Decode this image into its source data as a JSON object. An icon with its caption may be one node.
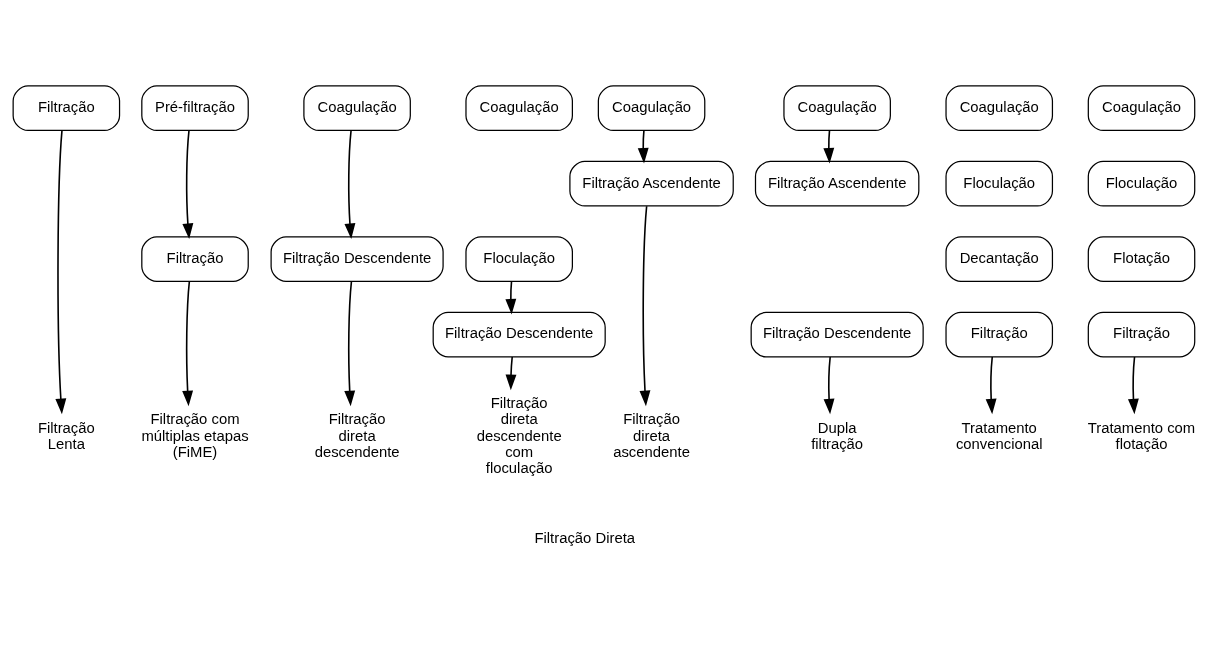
{
  "diagram": {
    "nodes": [
      {
        "text": [
          "Filtração"
        ]
      },
      {
        "text": [
          "Filtração Lenta"
        ]
      },
      {
        "text": [
          "Pré-filtração"
        ]
      },
      {
        "text": [
          "Filtração"
        ]
      },
      {
        "text": [
          "Filtração com múltiplas etapas (FiME)"
        ]
      },
      {
        "text": [
          "Coagulação"
        ]
      },
      {
        "text": [
          "Filtração Descendente"
        ]
      },
      {
        "text": [
          "Filtração direta descendente"
        ]
      },
      {
        "text": [
          "Coagulação"
        ]
      },
      {
        "text": [
          "Floculação"
        ]
      },
      {
        "text": [
          "Filtração Descendente"
        ]
      },
      {
        "text": [
          "Filtração direta descendente com floculação"
        ]
      },
      {
        "text": [
          "Coagulação"
        ]
      },
      {
        "text": [
          "Filtração Ascendente"
        ]
      },
      {
        "text": [
          "Filtração direta ascendente"
        ]
      },
      {
        "text": [
          "Coagulação"
        ]
      },
      {
        "text": [
          "Filtração Ascendente"
        ]
      },
      {
        "text": [
          "Filtração Descendente"
        ]
      },
      {
        "text": [
          "Dupla filtração"
        ]
      },
      {
        "text": [
          "Coagulação"
        ]
      },
      {
        "text": [
          "Floculação"
        ]
      },
      {
        "text": [
          "Decantação"
        ]
      },
      {
        "text": [
          "Filtração"
        ]
      },
      {
        "text": [
          "Tratamento convencional"
        ]
      },
      {
        "text": [
          "Coagulação"
        ]
      },
      {
        "text": [
          "Floculação"
        ]
      },
      {
        "text": [
          "Flotação"
        ]
      },
      {
        "text": [
          "Filtração"
        ]
      },
      {
        "text": [
          "Tratamento com flotação"
        ]
      }
    ],
    "edges": [
      {
        "from": 0,
        "to": 1,
        "arrow": "to"
      },
      {
        "from": 2,
        "to": 3,
        "arrow": "to"
      },
      {
        "from": 3,
        "to": 4,
        "arrow": "to"
      },
      {
        "from": 5,
        "to": 6,
        "arrow": "to"
      },
      {
        "from": 6,
        "to": 7,
        "arrow": "to"
      },
      {
        "from": 9,
        "to": 10,
        "arrow": "to"
      },
      {
        "from": 10,
        "to": 11,
        "arrow": "to"
      },
      {
        "from": 12,
        "to": 13,
        "arrow": "to"
      },
      {
        "from": 13,
        "to": 14,
        "arrow": "to"
      },
      {
        "from": 15,
        "to": 16,
        "arrow": "to"
      },
      {
        "from": 17,
        "to": 18,
        "arrow": "to"
      },
      {
        "from": 22,
        "to": 23,
        "arrow": "to"
      },
      {
        "from": 27,
        "to": 28,
        "arrow": "to"
      }
    ],
    "labels": [
      "Filtração Direta"
    ]
  }
}
